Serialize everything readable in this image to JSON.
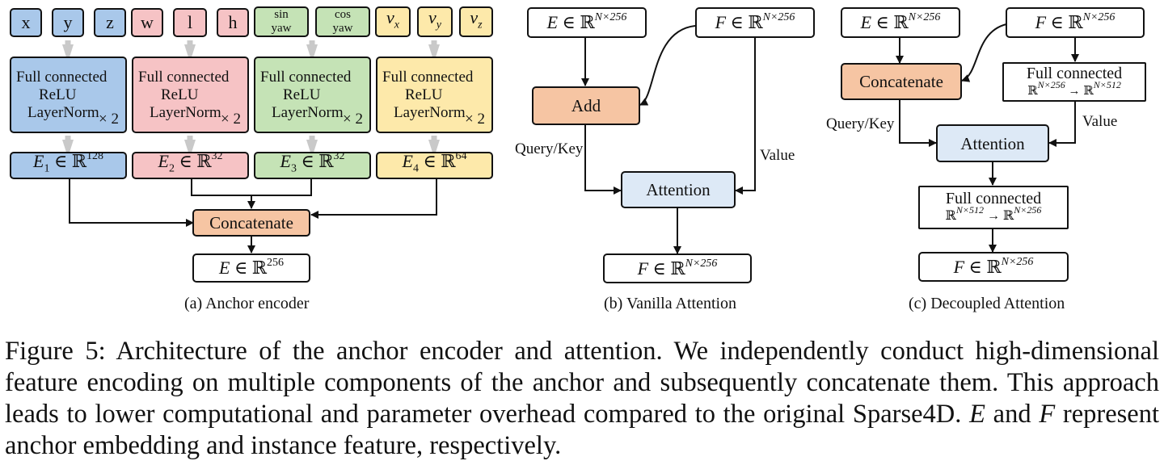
{
  "encoder": {
    "inputs": [
      "x",
      "y",
      "z",
      "w",
      "l",
      "h",
      "sin yaw",
      "cos yaw",
      "v_x",
      "v_y",
      "v_z"
    ],
    "mlp_lines": [
      "Full connected",
      "ReLU",
      "LayerNorm"
    ],
    "repeat": "× 2",
    "embeddings": [
      {
        "sym": "E",
        "sub": "1",
        "dim": "128"
      },
      {
        "sym": "E",
        "sub": "2",
        "dim": "32"
      },
      {
        "sym": "E",
        "sub": "3",
        "dim": "32"
      },
      {
        "sym": "E",
        "sub": "4",
        "dim": "64"
      }
    ],
    "concat": "Concatenate",
    "output": {
      "sym": "E",
      "dim": "256"
    },
    "caption": "(a) Anchor encoder"
  },
  "vanilla": {
    "input_e": {
      "sym": "E",
      "dim": "N×256"
    },
    "input_f": {
      "sym": "F",
      "dim": "N×256"
    },
    "add": "Add",
    "attention": "Attention",
    "query_key": "Query/Key",
    "value": "Value",
    "output": {
      "sym": "F",
      "dim": "N×256"
    },
    "caption": "(b) Vanilla Attention"
  },
  "decoupled": {
    "input_e": {
      "sym": "E",
      "dim": "N×256"
    },
    "input_f": {
      "sym": "F",
      "dim": "N×256"
    },
    "concat": "Concatenate",
    "fc1_title": "Full connected",
    "fc1_from": "N×256",
    "fc1_to": "N×512",
    "attention": "Attention",
    "query_key": "Query/Key",
    "value": "Value",
    "fc2_title": "Full connected",
    "fc2_from": "N×512",
    "fc2_to": "N×256",
    "output": {
      "sym": "F",
      "dim": "N×256"
    },
    "caption": "(c) Decoupled Attention"
  },
  "figure_caption": "Figure 5: Architecture of the anchor encoder and attention. We independently conduct high-dimensional feature encoding on multiple components of the anchor and subsequently concatenate them. This approach leads to lower computational and parameter overhead compared to the original Sparse4D. E and F represent anchor embedding and instance feature, respectively.",
  "colors": {
    "blue": "#a9c8ea",
    "pink": "#f6c3c5",
    "green": "#c5e3b6",
    "yellow": "#fde9aa",
    "orange": "#f6c5a3",
    "light_blue": "#dde9f6"
  }
}
